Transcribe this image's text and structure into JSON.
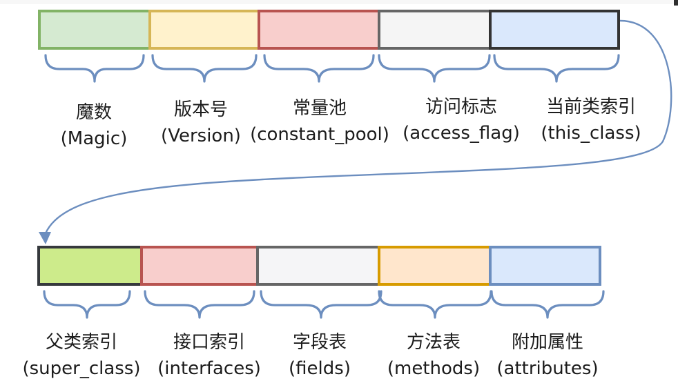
{
  "row1": {
    "blocks": [
      {
        "name": "magic",
        "fill": "#d5ead1",
        "border": "#82b366"
      },
      {
        "name": "version",
        "fill": "#fff2cc",
        "border": "#d6b656"
      },
      {
        "name": "pool",
        "fill": "#f8cecc",
        "border": "#b85450"
      },
      {
        "name": "access",
        "fill": "#f5f5f5",
        "border": "#666666"
      },
      {
        "name": "thisclass",
        "fill": "#dae8fc",
        "border": "#333333"
      }
    ],
    "labels": [
      {
        "zh": "魔数",
        "en": "(Magic)"
      },
      {
        "zh": "版本号",
        "en": "(Version)"
      },
      {
        "zh": "常量池",
        "en": "(constant_pool)"
      },
      {
        "zh": "访问标志",
        "en": "(access_flag)"
      },
      {
        "zh": "当前类索引",
        "en": "(this_class)"
      }
    ]
  },
  "row2": {
    "blocks": [
      {
        "name": "super",
        "fill": "#cdeb8b",
        "border": "#36393d"
      },
      {
        "name": "interfaces",
        "fill": "#f8cecc",
        "border": "#b85450"
      },
      {
        "name": "fields",
        "fill": "#f5f5f7",
        "border": "#666666"
      },
      {
        "name": "methods",
        "fill": "#ffe6cc",
        "border": "#d79b00"
      },
      {
        "name": "attributes",
        "fill": "#dae8fc",
        "border": "#6c8ebf"
      }
    ],
    "labels": [
      {
        "zh": "父类索引",
        "en": "(super_class)"
      },
      {
        "zh": "接口索引",
        "en": "(interfaces)"
      },
      {
        "zh": "字段表",
        "en": "(fields)"
      },
      {
        "zh": "方法表",
        "en": "(methods)"
      },
      {
        "zh": "附加属性",
        "en": "(attributes)"
      }
    ]
  },
  "colors": {
    "brace": "#6c8ebf",
    "arrow": "#6c8ebf"
  }
}
